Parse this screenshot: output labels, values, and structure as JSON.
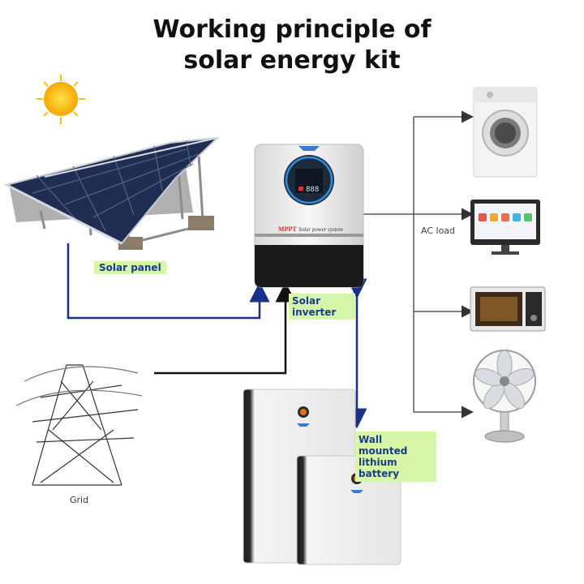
{
  "title": {
    "line1": "Working principle of",
    "line2": "solar energy kit"
  },
  "labels": {
    "solar_panel": "Solar panel",
    "inverter_line1": "Solar",
    "inverter_line2": "inverter",
    "battery_line1": "Wall mounted",
    "battery_line2": "lithium battery",
    "ac_load": "AC load",
    "grid": "Grid"
  },
  "devices": {
    "inverter_brand_text": "MPPT",
    "inverter_sub_text": "Solar power system",
    "inverter_display": "888"
  },
  "colors": {
    "arrow_blue": "#1a2f8a",
    "arrow_black": "#111111",
    "ac_line": "#555555",
    "label_bg": "#d7f7a8",
    "sun": "#f6c200"
  },
  "icons": [
    "sun-icon",
    "solar-panel-icon",
    "inverter-icon",
    "power-tower-icon",
    "battery-icon",
    "washing-machine-icon",
    "monitor-icon",
    "microwave-icon",
    "fan-icon"
  ]
}
